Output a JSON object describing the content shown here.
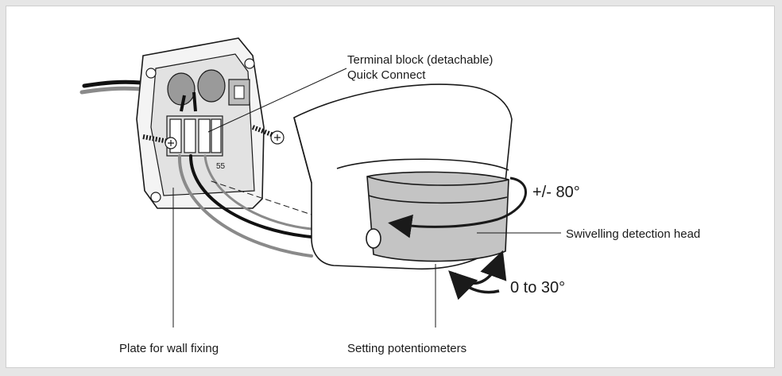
{
  "labels": {
    "terminal_block_line1": "Terminal block (detachable)",
    "terminal_block_line2": "Quick Connect",
    "rotation_horizontal": "+/-  80°",
    "swivelling_head": "Swivelling detection head",
    "rotation_vertical": "0  to  30°",
    "plate": "Plate for wall fixing",
    "potentiometers": "Setting potentiometers",
    "terminal_marking": "55"
  },
  "colors": {
    "outline": "#1a1a1a",
    "housing": "#ffffff",
    "detection_band": "#c4c4c4",
    "cable_grey": "#8a8a8a",
    "cable_black": "#111111"
  }
}
